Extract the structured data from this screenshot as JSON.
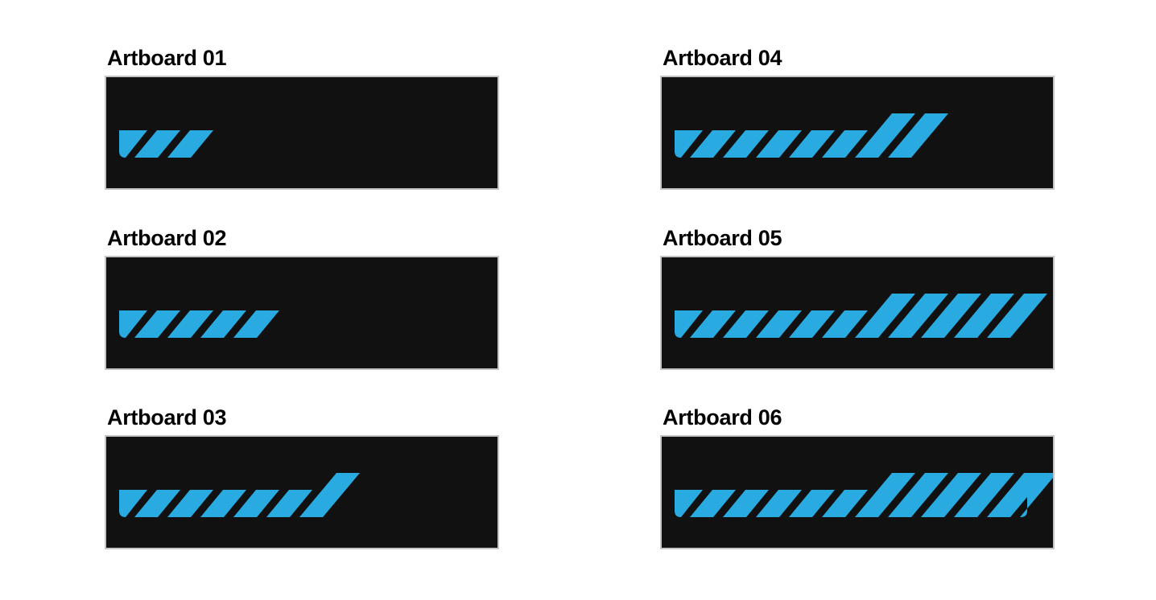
{
  "colors": {
    "accent": "#29abe2",
    "board_background": "#111111",
    "board_border": "#c4c4c4",
    "page_background": "#ffffff"
  },
  "artboards": [
    {
      "title": "Artboard 01",
      "progress": {
        "small": 3,
        "tall": 0,
        "end_cap": false
      }
    },
    {
      "title": "Artboard 02",
      "progress": {
        "small": 5,
        "tall": 0,
        "end_cap": false
      }
    },
    {
      "title": "Artboard 03",
      "progress": {
        "small": 6,
        "tall": 1,
        "end_cap": false
      }
    },
    {
      "title": "Artboard 04",
      "progress": {
        "small": 6,
        "tall": 2,
        "end_cap": false
      }
    },
    {
      "title": "Artboard 05",
      "progress": {
        "small": 6,
        "tall": 5,
        "end_cap": false
      }
    },
    {
      "title": "Artboard 06",
      "progress": {
        "small": 6,
        "tall": 5,
        "end_cap": true
      }
    }
  ]
}
